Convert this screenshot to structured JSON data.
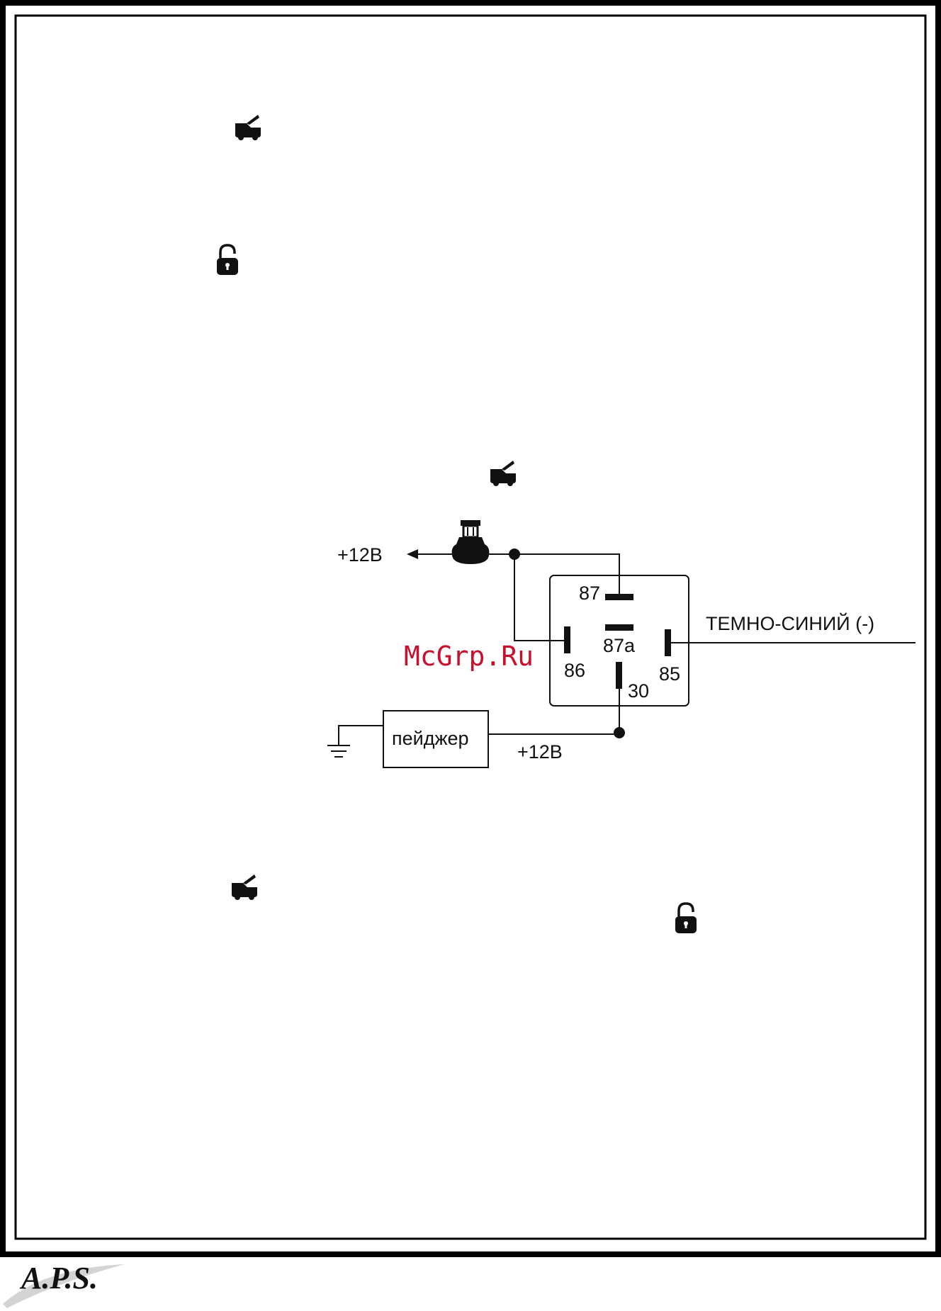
{
  "icons": {
    "trunk_open": "trunk-open-icon",
    "padlock_open": "padlock-open-icon",
    "fuse": "fuse-icon",
    "ground": "ground-icon"
  },
  "diagram": {
    "supply_left": "+12В",
    "relay_pins": {
      "p87": "87",
      "p87a": "87a",
      "p86": "86",
      "p85": "85",
      "p30": "30"
    },
    "wire_label": "ТЕМНО-СИНИЙ (-)",
    "pager_label": "пейджер",
    "supply_bottom": "+12В"
  },
  "watermark": "McGrp.Ru",
  "footer": {
    "logo": "A.P.S."
  },
  "colors": {
    "frame": "#000000",
    "watermark": "#c8102e"
  }
}
